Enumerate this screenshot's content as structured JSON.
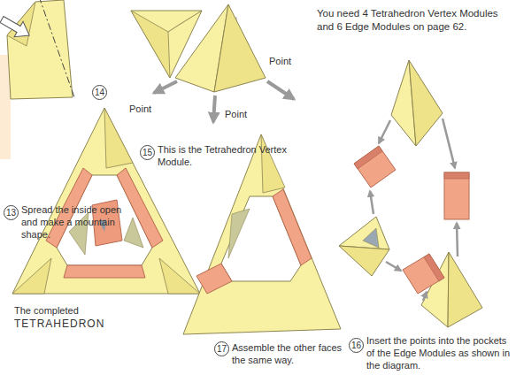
{
  "diagram": {
    "labels": [
      "13",
      "Spread the inside open and make a mountain shape.",
      "14",
      "Point",
      "Point",
      "Point",
      "15",
      "This is the Tetrahedron Vertex Module.",
      "You need 4 Tetrahedron Vertex Modules and 6 Edge Modules on page 62.",
      "16",
      "Insert the points into the pockets of the Edge Modules as shown in the diagram.",
      "The completed",
      "TETRAHEDRON",
      "17",
      "Assemble the other faces the same way."
    ]
  }
}
